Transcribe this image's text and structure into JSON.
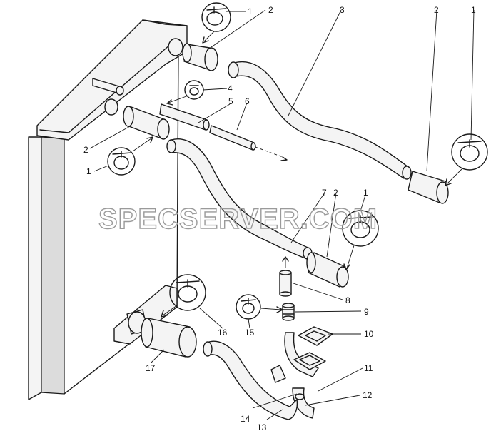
{
  "watermark": "SPECSERVER.COM",
  "callouts": {
    "c1a": "1",
    "c2a": "2",
    "c3": "3",
    "c2b": "2",
    "c1b": "1",
    "c4": "4",
    "c5": "5",
    "c6": "6",
    "c2c": "2",
    "c1c": "1",
    "c7": "7",
    "c2d": "2",
    "c1d": "1",
    "c8": "8",
    "c9": "9",
    "c10": "10",
    "c11": "11",
    "c12": "12",
    "c13": "13",
    "c14": "14",
    "c15": "15",
    "c16": "16",
    "c17": "17"
  }
}
